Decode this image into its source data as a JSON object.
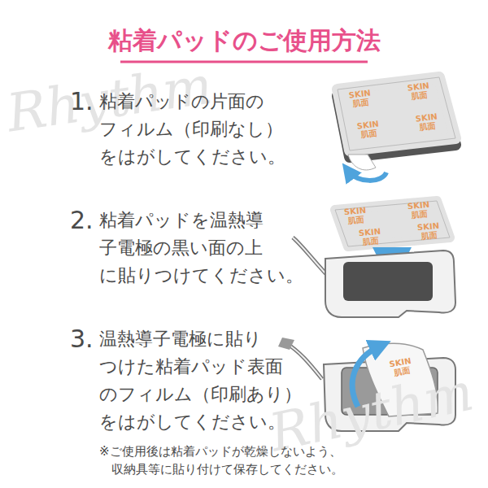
{
  "diagram": {
    "title": "粘着パッドのご使用方法",
    "labels": [
      "1.",
      "粘着パッドの片面の フィルム（印刷なし） をはがしてください。",
      "2.",
      "粘着パッドを温熱導 子電極の黒い面の上 に貼りつけてください。",
      "3.",
      "温熱導子電極に貼り つけた粘着パッド表面 のフィルム（印刷あり） をはがしてください。",
      "※ご使用後は粘着パッドが乾燥しないよう、 収納具等に貼り付けて保存してください。",
      "SKIN 肌面",
      "SKIN 肌面",
      "SKIN 肌面",
      "SKIN 肌面",
      "SKIN 肌面",
      "SKIN 肌面",
      "SKIN 肌面",
      "SKIN 肌面",
      "SKIN 肌面",
      "Rhythm",
      "Rhythm"
    ]
  }
}
